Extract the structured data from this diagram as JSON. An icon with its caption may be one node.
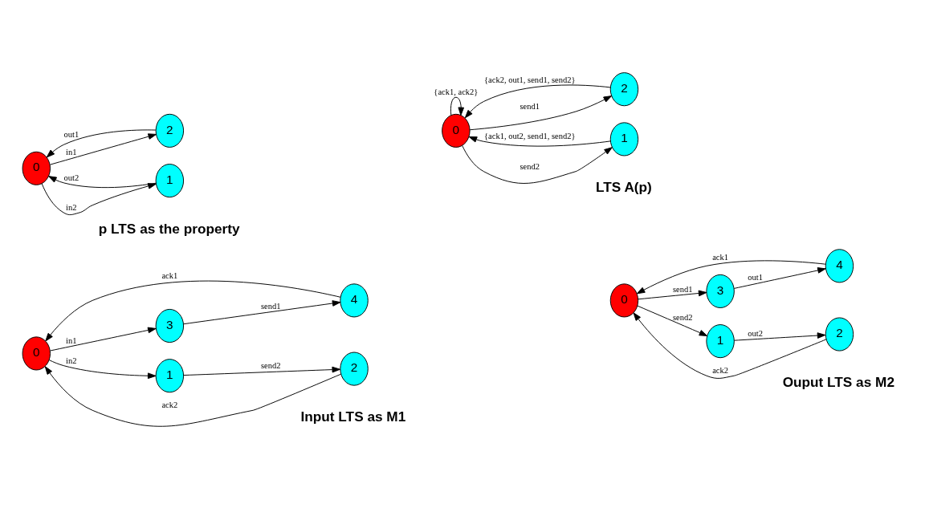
{
  "diagram": {
    "nodes": [
      {
        "text": [
          "0"
        ]
      },
      {
        "text": [
          "1"
        ]
      },
      {
        "text": [
          "2"
        ]
      },
      {
        "text": [
          "3"
        ]
      },
      {
        "text": [
          "4"
        ]
      },
      {
        "text": [
          "0"
        ]
      },
      {
        "text": [
          "1"
        ]
      },
      {
        "text": [
          "2"
        ]
      },
      {
        "text": [
          "3"
        ]
      },
      {
        "text": [
          "4"
        ]
      },
      {
        "text": [
          "0"
        ]
      },
      {
        "text": [
          "1"
        ]
      },
      {
        "text": [
          "2"
        ]
      },
      {
        "text": [
          "0"
        ]
      },
      {
        "text": [
          "1"
        ]
      },
      {
        "text": [
          "2"
        ]
      }
    ],
    "edges": [
      {
        "from": 0,
        "to": 1,
        "arrow": "to",
        "label": "in2"
      },
      {
        "from": 1,
        "to": 2,
        "arrow": "to",
        "label": "send2"
      },
      {
        "from": 2,
        "to": 0,
        "arrow": "to",
        "label": "ack2"
      },
      {
        "from": 0,
        "to": 3,
        "arrow": "to",
        "label": "in1"
      },
      {
        "from": 3,
        "to": 4,
        "arrow": "to",
        "label": "send1"
      },
      {
        "from": 4,
        "to": 0,
        "arrow": "to",
        "label": "ack1"
      },
      {
        "from": 5,
        "to": 6,
        "arrow": "to",
        "label": "send2"
      },
      {
        "from": 6,
        "to": 7,
        "arrow": "to",
        "label": "out2"
      },
      {
        "from": 7,
        "to": 5,
        "arrow": "to",
        "label": "ack2"
      },
      {
        "from": 5,
        "to": 8,
        "arrow": "to",
        "label": "send1"
      },
      {
        "from": 8,
        "to": 9,
        "arrow": "to",
        "label": "out1"
      },
      {
        "from": 9,
        "to": 5,
        "arrow": "to",
        "label": "ack1"
      },
      {
        "from": 10,
        "to": 11,
        "arrow": "to",
        "label": "in2"
      },
      {
        "from": 10,
        "to": 12,
        "arrow": "to",
        "label": "in1"
      },
      {
        "from": 11,
        "to": 10,
        "arrow": "to",
        "label": "out2"
      },
      {
        "from": 12,
        "to": 10,
        "arrow": "to",
        "label": "out1"
      },
      {
        "from": 13,
        "to": 14,
        "arrow": "to",
        "label": "send2"
      },
      {
        "from": 13,
        "to": 15,
        "arrow": "to",
        "label": "send1"
      },
      {
        "from": 13,
        "to": 13,
        "arrow": "to",
        "label": "{ack1, ack2}"
      },
      {
        "from": 14,
        "to": 13,
        "arrow": "to",
        "label": "{ack1, out2, send1, send2}"
      },
      {
        "from": 15,
        "to": 13,
        "arrow": "to",
        "label": "{ack2, out1, send1, send2}"
      }
    ],
    "labels": [
      "Input LTS as M1",
      "Ouput LTS as M2",
      "p LTS as the property",
      "LTS A(p)"
    ]
  }
}
